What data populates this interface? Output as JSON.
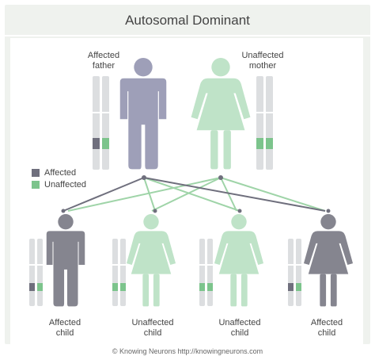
{
  "title": "Autosomal Dominant",
  "legend": {
    "affected": {
      "label": "Affected",
      "color": "#6f6f7d"
    },
    "unaffected": {
      "label": "Unaffected",
      "color": "#7cc48c"
    }
  },
  "colors": {
    "affected_figure": "#9e9fb8",
    "unaffected_figure": "#bfe3c8",
    "affected_child": "#85858f",
    "chromosome": "#dcdee0",
    "line_affected": "#6f6f7d",
    "line_unaffected": "#9fd4a8"
  },
  "parents": [
    {
      "label": "Affected father",
      "label_lines": [
        "Affected",
        "father"
      ],
      "sex": "male",
      "status": "affected",
      "alleles": [
        "affected",
        "unaffected"
      ]
    },
    {
      "label": "Unaffected mother",
      "label_lines": [
        "Unaffected",
        "mother"
      ],
      "sex": "female",
      "status": "unaffected",
      "alleles": [
        "unaffected",
        "unaffected"
      ]
    }
  ],
  "children": [
    {
      "label_lines": [
        "Affected",
        "child"
      ],
      "sex": "male",
      "status": "affected",
      "alleles": [
        "affected",
        "unaffected"
      ]
    },
    {
      "label_lines": [
        "Unaffected",
        "child"
      ],
      "sex": "female",
      "status": "unaffected",
      "alleles": [
        "unaffected",
        "unaffected"
      ]
    },
    {
      "label_lines": [
        "Unaffected",
        "child"
      ],
      "sex": "female",
      "status": "unaffected",
      "alleles": [
        "unaffected",
        "unaffected"
      ]
    },
    {
      "label_lines": [
        "Affected",
        "child"
      ],
      "sex": "female",
      "status": "affected",
      "alleles": [
        "affected",
        "unaffected"
      ]
    }
  ],
  "credit": "© Knowing Neurons http://knowingneurons.com"
}
